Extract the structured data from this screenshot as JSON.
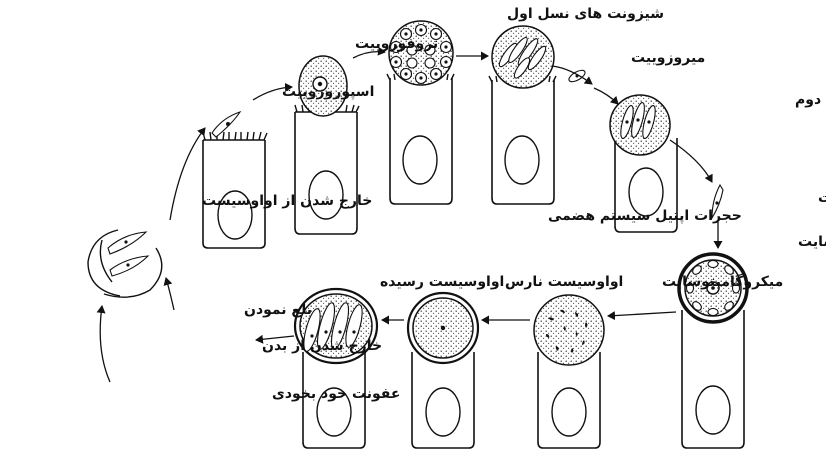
{
  "labels": {
    "sporozoite": "اسپوروزوییت",
    "trophozoite": "تروفوزوییت",
    "first_gen_schizonts": "شیزونت های نسل اول",
    "merozoite_top": "میروزوییت",
    "second_gen_schizont": "شیزونت نسل دوم",
    "merozoite_right": "میروزوییت",
    "macrogametocyte": "ماکروگامیتوسایت",
    "microgametocyte": "میکروگامیتوسایت",
    "immature_oocyst": "اواوسیست نارس",
    "mature_oocyst": "اواوسیست رسیده",
    "excystation": "خارج شدن از اواوسیست",
    "epithelial_cells": "حجرات اپتیل سیستم هضمی",
    "ingestion": "بلع نمودن",
    "excretion": "خارج شدن از بدن",
    "sporulation": "عفونت خود بخودی"
  },
  "stages": [
    {
      "id": "sporozoite-entering",
      "icon": "sporozoite-icon"
    },
    {
      "id": "trophozoite",
      "icon": "trophozoite-icon"
    },
    {
      "id": "first-gen-schizont-early",
      "icon": "schizont-icon"
    },
    {
      "id": "first-gen-schizont-late",
      "icon": "schizont-merozoites-icon"
    },
    {
      "id": "second-gen-schizont",
      "icon": "schizont-icon"
    },
    {
      "id": "macrogametocyte",
      "icon": "macrogametocyte-icon"
    },
    {
      "id": "microgametocyte",
      "icon": "microgametocyte-icon"
    },
    {
      "id": "immature-oocyst",
      "icon": "oocyst-icon"
    },
    {
      "id": "mature-oocyst",
      "icon": "sporulated-oocyst-icon"
    },
    {
      "id": "excysting-oocyst",
      "icon": "excystation-icon"
    }
  ],
  "colors": {
    "ink": "#111111",
    "background": "#ffffff"
  }
}
